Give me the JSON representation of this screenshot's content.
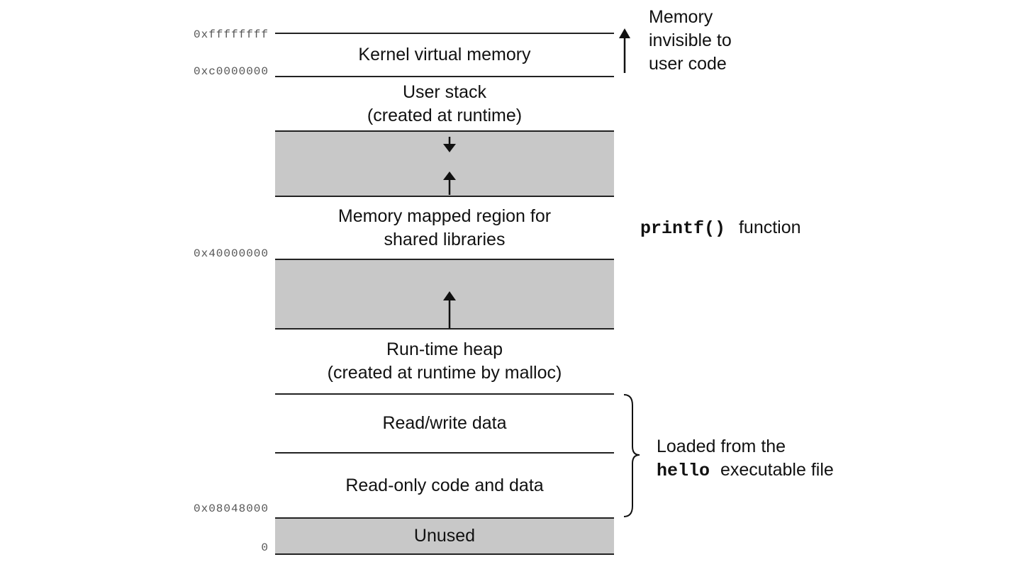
{
  "segments": {
    "kernel": "Kernel virtual memory",
    "user_stack_line1": "User stack",
    "user_stack_line2": "(created at runtime)",
    "mmap_line1": "Memory mapped region for",
    "mmap_line2": "shared libraries",
    "heap_line1": "Run-time heap",
    "heap_line2": "(created at runtime by malloc)",
    "rw_data": "Read/write data",
    "ro_code": "Read-only code and data",
    "unused": "Unused"
  },
  "addresses": {
    "top": "0xffffffff",
    "kernel_base": "0xc0000000",
    "shared_libs": "0x40000000",
    "program_start": "0x08048000",
    "zero": "0"
  },
  "annotations": {
    "kernel_line1": "Memory",
    "kernel_line2": "invisible to",
    "kernel_line3": "user code",
    "printf_code": "printf()",
    "printf_word": "function",
    "loaded_line1": "Loaded from the",
    "loaded_code": "hello",
    "loaded_rest": "executable file"
  },
  "colors": {
    "shaded": "#c8c8c8",
    "border": "#222222"
  }
}
